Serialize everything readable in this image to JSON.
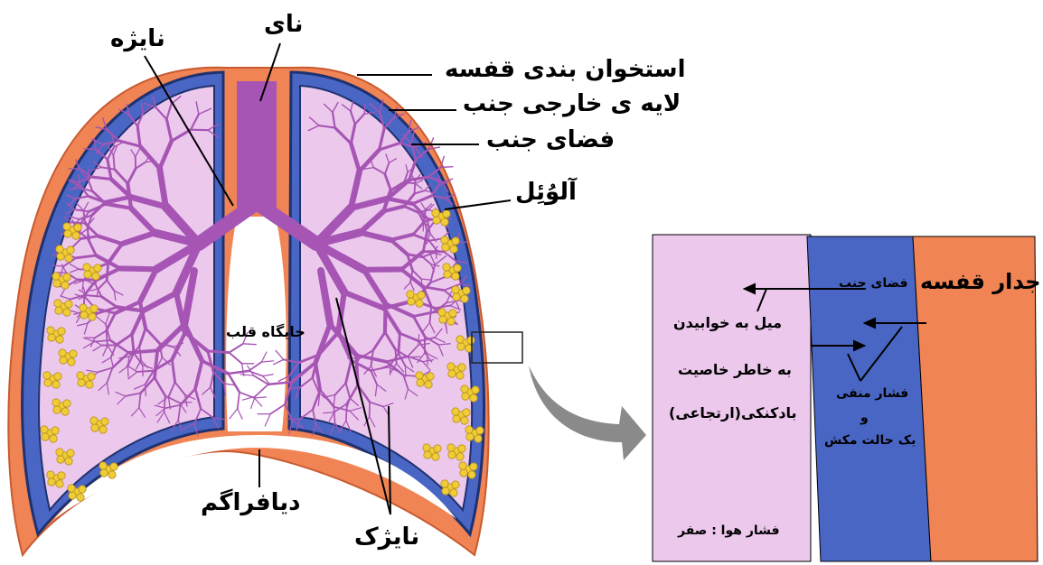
{
  "labels": {
    "trachea": "نای",
    "bronchus": "نایژه",
    "rib_cage": "استخوان بندی قفسه",
    "outer_pleura": "لایه ی خارجی جنب",
    "pleural_space": "فضای جنب",
    "alveolus": "آلوُئِل",
    "heart_place": "جایگاه قلب",
    "diaphragm": "دیافراگم",
    "bronchiole": "نایژک"
  },
  "zoom_panel": {
    "chest_wall": "جدار قفسه",
    "pleural_space": "فضای جنب",
    "recoil_line1": "میل به خوابیدن",
    "recoil_line2": "به خاطر خاصیت",
    "recoil_line3": "بادکنکی(ارتجاعی)",
    "negative_line1": "فشار منفی",
    "negative_line2": "و",
    "negative_line3": "یک حالت مکش",
    "air_pressure": "فشار هوا : صفر"
  },
  "colors": {
    "orange": "#f08454",
    "blue": "#4a66c4",
    "dark_blue": "#1e3170",
    "lung_fill": "#ecc8ec",
    "tree": "#a655b4",
    "alveoli": "#f0cc38",
    "arrow_gray": "#8a8a8a"
  }
}
